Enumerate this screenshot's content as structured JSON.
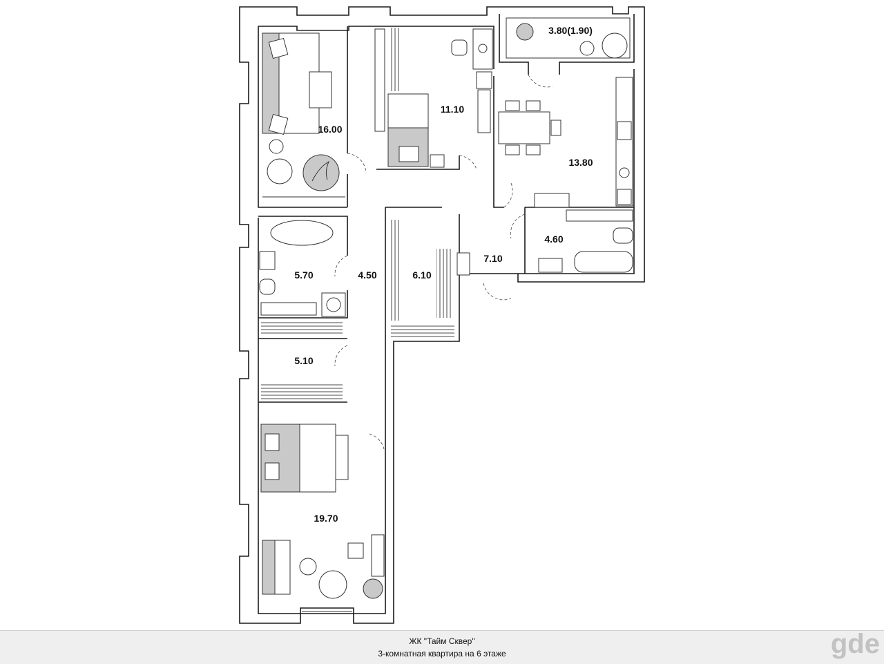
{
  "rooms": [
    {
      "id": "living-room",
      "area": "16.00"
    },
    {
      "id": "kids-room",
      "area": "11.10"
    },
    {
      "id": "loggia",
      "area": "3.80(1.90)"
    },
    {
      "id": "kitchen",
      "area": "13.80"
    },
    {
      "id": "hall",
      "area": "7.10"
    },
    {
      "id": "bathroom-1",
      "area": "4.60"
    },
    {
      "id": "bathroom-2",
      "area": "5.70"
    },
    {
      "id": "corridor",
      "area": "4.50"
    },
    {
      "id": "wardrobe",
      "area": "6.10"
    },
    {
      "id": "corridor-2",
      "area": "5.10"
    },
    {
      "id": "bedroom",
      "area": "19.70"
    }
  ],
  "footer": {
    "complex": "ЖК \"Тайм Сквер\"",
    "description": "3-комнатная квартира на 6 этаже"
  },
  "logo": "gde",
  "colors": {
    "furniture_fill": "#c9c9c9",
    "footer_bg": "#efefef",
    "logo": "#c2c2c2"
  }
}
